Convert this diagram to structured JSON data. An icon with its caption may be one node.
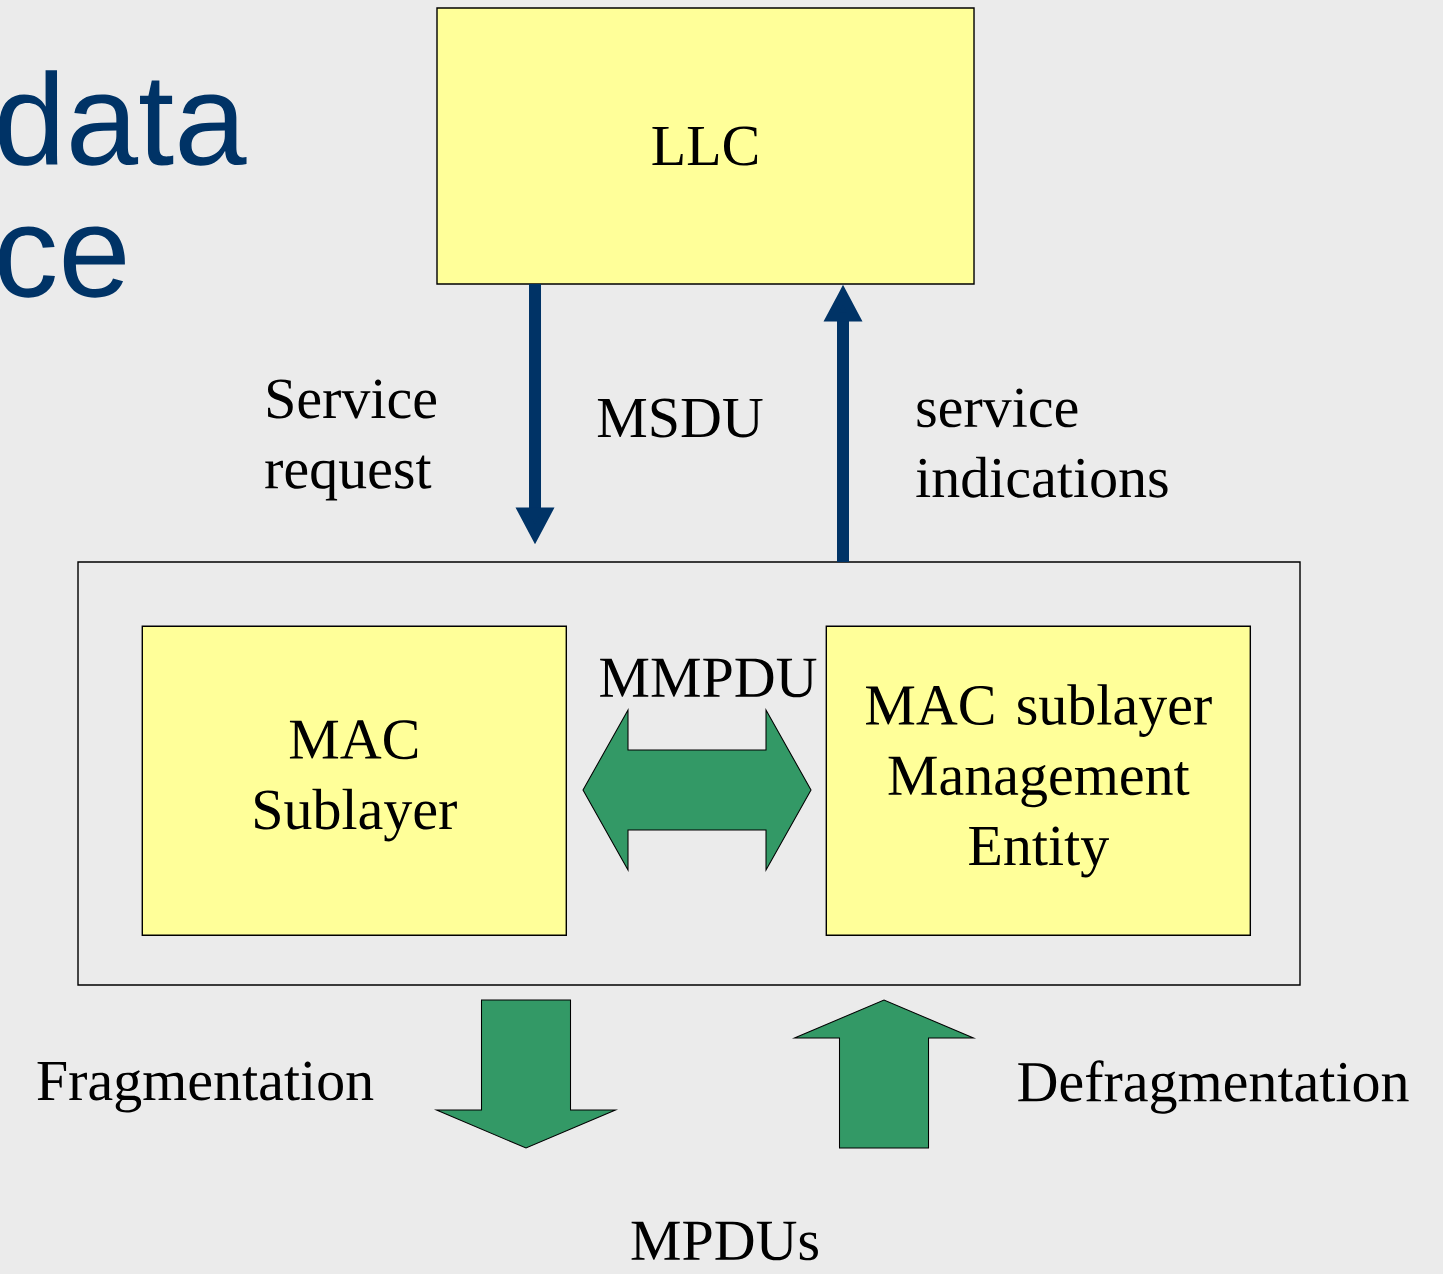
{
  "diagram": {
    "nodes": [
      {
        "text": [
          "LLC"
        ]
      },
      {
        "text": [],
        "shape": "box"
      },
      {
        "text": [
          "MAC Sublayer"
        ],
        "in": 1
      },
      {
        "text": [
          "MAC sublayer Management Entity"
        ],
        "in": 1
      },
      {
        "text": [
          "MPDUs"
        ]
      }
    ],
    "edges": [
      {
        "from": 0,
        "to": 1,
        "arrow": "to",
        "label": "Service request",
        "color": "#003366"
      },
      {
        "from": 1,
        "to": 0,
        "arrow": "to",
        "label": "service indications",
        "color": "#003366"
      },
      {
        "from": 2,
        "to": 3,
        "arrow": "both",
        "label": "MMPDU",
        "style": "thick",
        "color": "#339966"
      },
      {
        "from": 1,
        "to": 4,
        "arrow": "to",
        "label": "Fragmentation",
        "style": "thick",
        "color": "#339966"
      },
      {
        "from": 4,
        "to": 1,
        "arrow": "to",
        "label": "Defragmentation",
        "style": "thick",
        "color": "#339966"
      }
    ],
    "labels": [
      "data",
      "ce",
      "MSDU"
    ]
  }
}
